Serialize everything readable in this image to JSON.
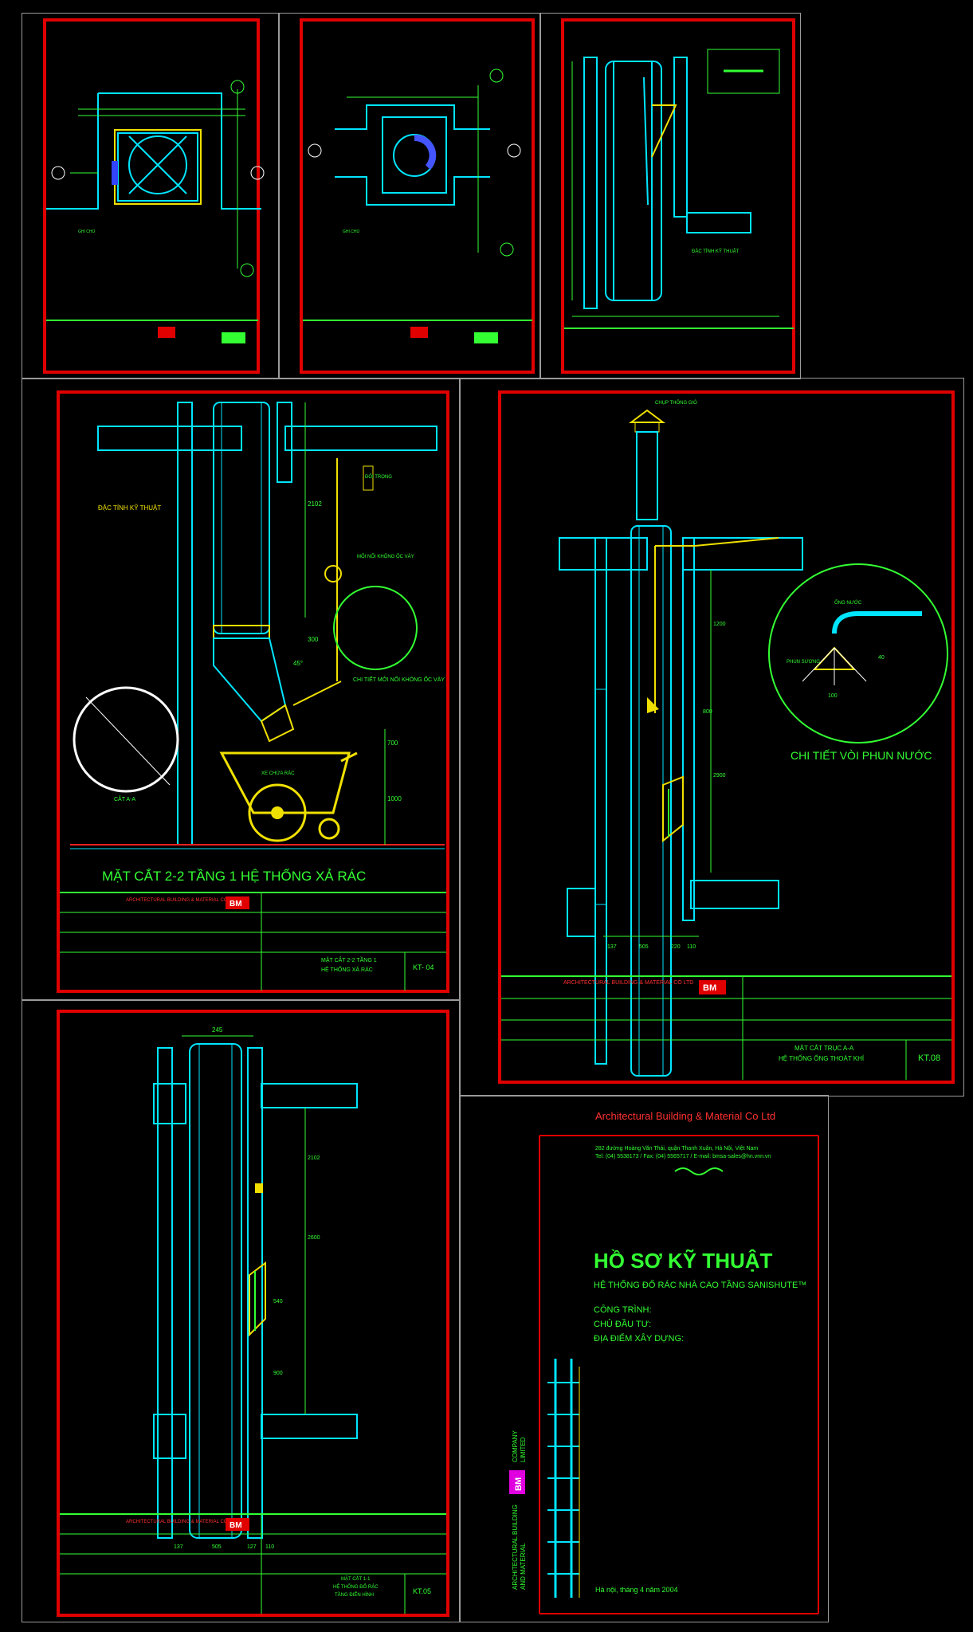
{
  "sheets": {
    "kt04": {
      "title": "MẶT CẮT 2-2 TẦNG 1 HỆ THỐNG XẢ RÁC",
      "spec_heading": "ĐẶC TÍNH KỸ THUẬT",
      "cart_label": "XE CHỨA RÁC",
      "hinge_detail": "CHI TIẾT MỞI NỐI KHÔNG ỐC VÀY",
      "hinge_label": "MỐI NỐI KHÔNG ỐC VÀY",
      "weight_label": "ĐỐI TRỌNG",
      "section_label": "CẮT A-A",
      "dims": [
        "2102",
        "300",
        "700",
        "1000",
        "45°"
      ],
      "block": {
        "company": "ARCHITECTURAL BUILDING & MATERIAL CO LTD",
        "sheet_title_1": "MẶT CẮT 2-2 TẦNG 1",
        "sheet_title_2": "HỆ THỐNG XẢ RÁC",
        "sheet_no": "KT- 04"
      }
    },
    "kt08": {
      "title": "CHI TIẾT VÒI PHUN NƯỚC",
      "cap_label": "CHỤP THÔNG GIÓ",
      "pipe_label": "ỐNG NƯỚC",
      "spray_label": "PHUN SƯƠNG",
      "dims": [
        "505",
        "137",
        "220",
        "110",
        "1200",
        "2900",
        "800",
        "100",
        "40"
      ],
      "block": {
        "company": "ARCHITECTURAL BUILDING & MATERIAL CO LTD",
        "sheet_title_1": "MẶT CẮT TRỤC A-A",
        "sheet_title_2": "HỆ THỐNG ỐNG THOÁT KHÍ",
        "sheet_no": "KT.08"
      }
    },
    "kt05": {
      "dims": [
        "245",
        "2102",
        "2600",
        "540",
        "900",
        "505",
        "137",
        "127",
        "110"
      ],
      "block": {
        "company": "ARCHITECTURAL BUILDING & MATERIAL CO LTD",
        "sheet_title_1": "MẶT CẮT 1-1",
        "sheet_title_2": "HỆ THỐNG ĐỔ RÁC",
        "sheet_title_3": "TẦNG ĐIỂN HÌNH",
        "sheet_no": "KT.05"
      }
    },
    "cover": {
      "company": "Architectural Building & Material Co Ltd",
      "address": "282 đường Hoàng Văn Thái, quận Thanh Xuân, Hà Nội, Việt Nam",
      "contact": "Tel: (04) 5538173 / Fax: (04) 5565717 / E-mail: bmsa-sales@hn.vnn.vn",
      "title": "HỒ SƠ KỸ THUẬT",
      "subtitle": "HỆ THỐNG ĐỔ RÁC NHÀ CAO TẦNG SANISHUTE™",
      "project": "CÔNG TRÌNH:",
      "owner": "CHỦ ĐẦU TƯ:",
      "location": "ĐỊA ĐIỂM XÂY DỰNG:",
      "side_text_1": "ARCHITECTURAL BUILDING",
      "side_text_2": "AND MATERIAL",
      "side_text_3": "COMPANY",
      "side_text_4": "LIMITED",
      "date": "Hà nội, tháng 4 năm 2004"
    }
  },
  "logo_text": "BM",
  "colors": {
    "frame": "#e00000",
    "cyan": "#00e5ff",
    "green": "#33ff33",
    "yellow": "#f0e000"
  }
}
